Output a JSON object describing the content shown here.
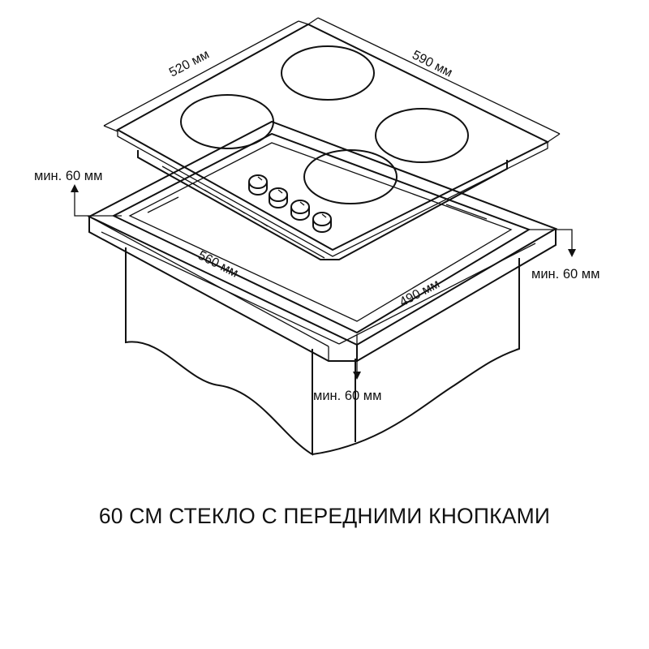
{
  "hob": {
    "width_label": "590 мм",
    "depth_label": "520 мм",
    "burner_count": 4,
    "knob_count": 4
  },
  "cutout": {
    "width_label": "560 мм",
    "depth_label": "490 мм"
  },
  "clearances": {
    "left_label": "мин. 60 мм",
    "right_label": "мин. 60 мм",
    "front_label": "мин. 60 мм"
  },
  "caption": "60 СМ СТЕКЛО С ПЕРЕДНИМИ КНОПКАМИ"
}
